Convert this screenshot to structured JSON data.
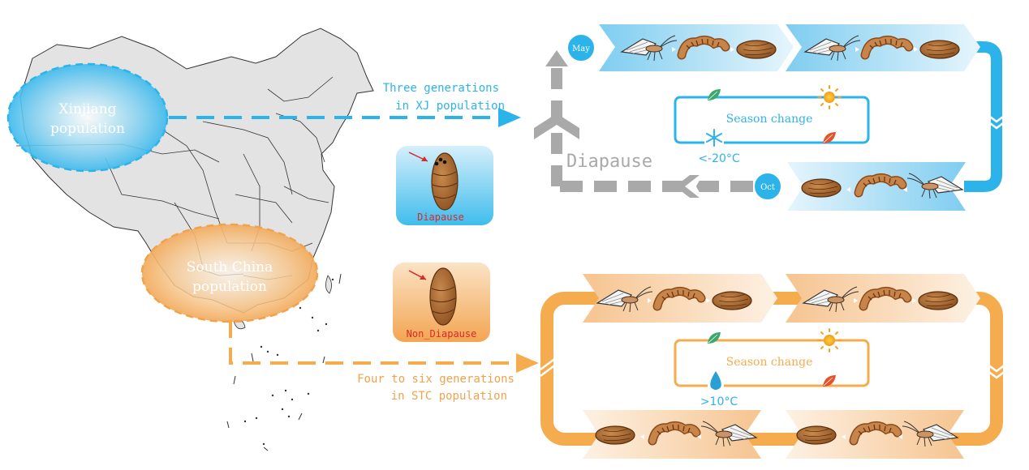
{
  "map": {
    "xinjiang_label_line1": "Xinjiang",
    "xinjiang_label_line2": "population",
    "south_label_line1": "South China",
    "south_label_line2": "population"
  },
  "arrows": {
    "xj_line1": "Three generations",
    "xj_line2": "in XJ population",
    "stc_line1": "Four to six generations",
    "stc_line2": "in STC population"
  },
  "pupa_cards": {
    "diapause_label": "Diapause",
    "non_diapause_label": "Non_Diapause"
  },
  "xj_cycle": {
    "start_month": "May",
    "end_month": "Oct",
    "diapause_text": "Diapause",
    "season_label": "Season change",
    "temperature": "<-20°C"
  },
  "stc_cycle": {
    "season_label": "Season change",
    "temperature": ">10°C"
  },
  "colors": {
    "blue": "#2cb4ea",
    "blue_light": "#bfe6f7",
    "orange": "#f5ac4e",
    "orange_light": "#f8dcb8",
    "gray": "#a9a9a9",
    "map_fill": "#e3e3e3",
    "red_label": "#d92a2a"
  }
}
